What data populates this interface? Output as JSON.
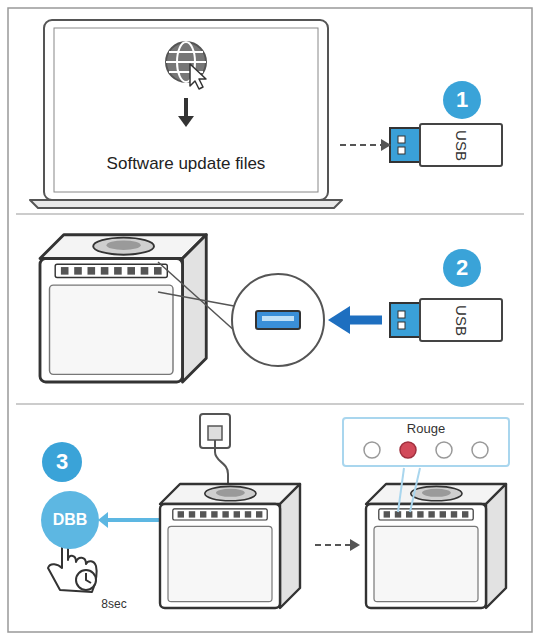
{
  "diagram": {
    "nodes": [
      {
        "text": [
          "Software update files"
        ]
      },
      {
        "text": [
          "USB"
        ]
      },
      {
        "text": [
          "USB"
        ]
      },
      {
        "text": [
          "DBB"
        ]
      },
      {
        "text": [
          "Rouge"
        ]
      }
    ],
    "edges": [
      {
        "from": 0,
        "to": 1,
        "arrow": "to"
      }
    ],
    "labels": [
      "1",
      "2",
      "3",
      "8sec"
    ]
  }
}
